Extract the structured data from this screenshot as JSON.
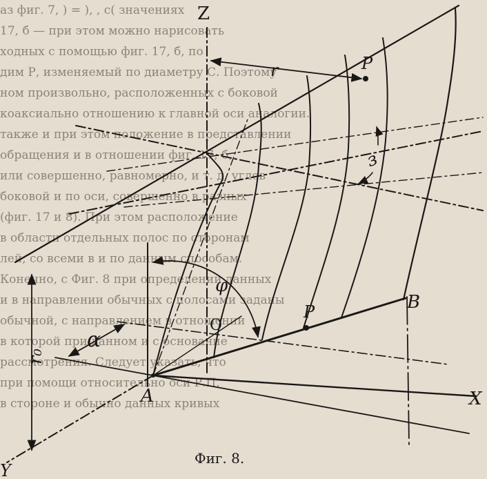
{
  "background_text": [
    "аз фиг. 7,   )  = ), ,  с(  значениях",
    "17, б — при этом можно нарисовать",
    "ходных с помощью фиг. 17, б, по",
    "дим Р, изменяемый по диаметру С. Поэтому",
    "ном произвольно, расположенных с боковой",
    "коаксиально отношению к главной оси аналогии.",
    "также и при этом положение в представлении",
    "обращения и в отношении фиг. 17, б,",
    "или совершенно, равномерно, и т. д. углов",
    "боковой и по оси, совершенно в разных",
    "(фиг. 17 и 8). При этом расположение",
    "в области отдельных полос по сторонам",
    "лей, со всеми в и по данным способам.",
    "Конечно, с Фиг. 8 при определении данных",
    "и в направлении обычных с полосами заданы",
    "обычной, с направлением в отношении",
    "в которой при данном и с основание",
    "рассмотрения. Следует указать, что",
    "при помощи относительно оси Р.П.",
    "в стороне и обычно данных кривых"
  ],
  "labels": {
    "z": "Z",
    "x": "X",
    "y": "Y",
    "r": "r",
    "p_top": "P",
    "p_bottom": "P",
    "b": "B",
    "a_point": "A",
    "o": "O",
    "alpha": "α",
    "phi": "φ",
    "epsilon": "з",
    "r0": "r₀"
  },
  "caption": "Фиг. 8.",
  "colors": {
    "ink": "#1a1816",
    "paper": "#e4ddd0",
    "faded_text": "#8c8478"
  }
}
